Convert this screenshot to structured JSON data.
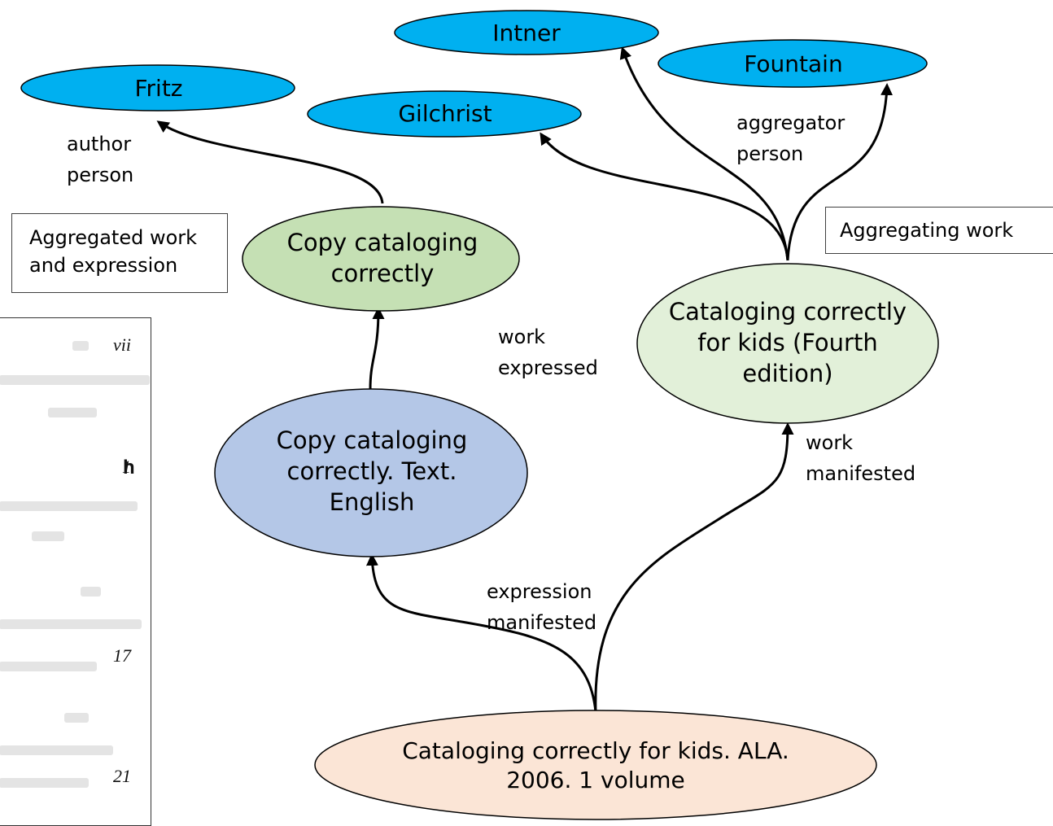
{
  "nodes": {
    "intner": {
      "label": "Intner",
      "fill": "#00b0f0"
    },
    "fountain": {
      "label": "Fountain",
      "fill": "#00b0f0"
    },
    "fritz": {
      "label": "Fritz",
      "fill": "#00b0f0"
    },
    "gilchrist": {
      "label": "Gilchrist",
      "fill": "#00b0f0"
    },
    "copy_work": {
      "label": "Copy cataloging correctly",
      "fill": "#c5e0b4"
    },
    "kids_work": {
      "label": "Cataloging correctly for kids (Fourth edition)",
      "fill": "#e2f0d9"
    },
    "expression": {
      "label": "Copy cataloging correctly. Text. English",
      "fill": "#b4c7e7"
    },
    "manifestation": {
      "label": "Cataloging correctly for kids. ALA. 2006. 1 volume",
      "fill": "#fbe5d6"
    }
  },
  "edge_labels": {
    "author_person": "author person",
    "aggregator_person": "aggregator person",
    "work_expressed": "work expressed",
    "work_manifested": "work manifested",
    "expression_manifested": "expression manifested"
  },
  "boxes": {
    "aggregated": "Aggregated work and expression",
    "aggregating": "Aggregating work"
  },
  "toc_image": {
    "pages": [
      "vii",
      "1",
      "17",
      "21"
    ],
    "chapter_fragment": "h"
  }
}
